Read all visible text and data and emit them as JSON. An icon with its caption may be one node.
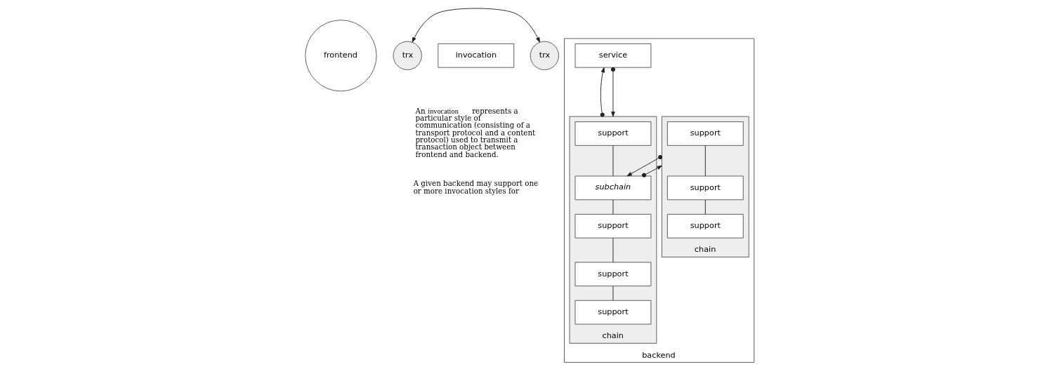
{
  "diagram": {
    "nodes": [
      {
        "text": [
          "frontend"
        ]
      },
      {
        "text": [
          "trx"
        ]
      },
      {
        "text": [
          "invocation"
        ]
      },
      {
        "text": [
          "trx"
        ]
      },
      {
        "text": [
          "backend"
        ]
      },
      {
        "text": [
          "service"
        ],
        "in": 4
      },
      {
        "text": [
          "chain"
        ],
        "in": 4
      },
      {
        "text": [
          "support"
        ],
        "in": 6
      },
      {
        "text": [
          "subchain"
        ],
        "in": 6
      },
      {
        "text": [
          "support"
        ],
        "in": 6
      },
      {
        "text": [
          "support"
        ],
        "in": 6
      },
      {
        "text": [
          "support"
        ],
        "in": 6
      },
      {
        "text": [
          "chain"
        ],
        "in": 4
      },
      {
        "text": [
          "support"
        ],
        "in": 12
      },
      {
        "text": [
          "support"
        ],
        "in": 12
      },
      {
        "text": [
          "support"
        ],
        "in": 12
      }
    ],
    "edges": [
      {
        "from": 1,
        "to": 3,
        "arrow": "both"
      },
      {
        "from": 5,
        "to": 6,
        "arrow": "to"
      },
      {
        "from": 6,
        "to": 5,
        "arrow": "to"
      },
      {
        "from": 8,
        "to": 12,
        "arrow": "to"
      },
      {
        "from": 12,
        "to": 8,
        "arrow": "to"
      },
      {
        "from": 7,
        "to": 8,
        "arrow": "none"
      },
      {
        "from": 8,
        "to": 9,
        "arrow": "none"
      },
      {
        "from": 9,
        "to": 10,
        "arrow": "none"
      },
      {
        "from": 10,
        "to": 11,
        "arrow": "none"
      },
      {
        "from": 13,
        "to": 14,
        "arrow": "none"
      },
      {
        "from": 14,
        "to": 15,
        "arrow": "none"
      }
    ],
    "labels": [
      "An **invocation** represents a particular style of communication (consisting of a transport protocol and a content protocol) used to transmit a transaction object between frontend and backend.",
      "A given backend may support one or more invocation styles for"
    ]
  }
}
